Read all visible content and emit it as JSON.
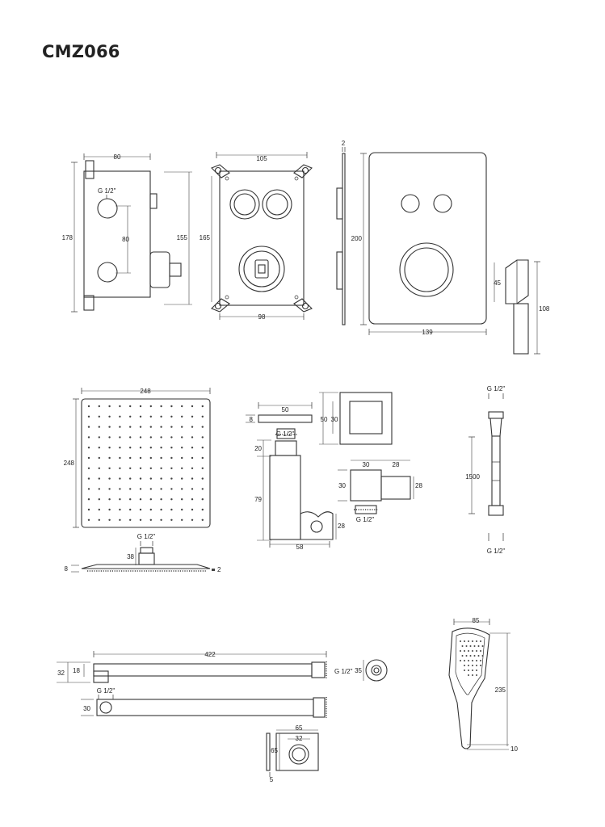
{
  "title": "CMZ066",
  "valve_side": {
    "width": "80",
    "height": "178",
    "thread": "G 1/2\"",
    "spacing": "80",
    "inner_height": "155"
  },
  "valve_front": {
    "width": "105",
    "height": "165",
    "bottom_width": "98"
  },
  "plate_side": {
    "thickness": "2",
    "height": "200"
  },
  "plate_front": {
    "width": "139"
  },
  "holder_small": {
    "height": "45",
    "total": "108"
  },
  "shower_head": {
    "width": "248",
    "height": "248",
    "thread": "G 1/2\"",
    "neck": "38",
    "thickness": "8",
    "edge": "2"
  },
  "wall_outlet": {
    "width": "50",
    "height": "8",
    "sq_outer": "50",
    "sq_inner": "30",
    "thread": "G 1/2\"",
    "upper": "20",
    "height_main": "79",
    "foot": "58",
    "bracket": "28"
  },
  "elbow": {
    "w1": "30",
    "w2": "28",
    "h1": "30",
    "h2": "28",
    "thread": "G 1/2\""
  },
  "hose": {
    "thread_top": "G 1/2\"",
    "length": "1500",
    "thread_bottom": "G 1/2\""
  },
  "arm": {
    "length": "422",
    "height": "32",
    "inner": "18",
    "thread_end": "G 1/2\"",
    "flange": "35",
    "thread_low": "G 1/2\"",
    "low_height": "30"
  },
  "flange_plate": {
    "width": "65",
    "inner": "32",
    "height": "65",
    "depth": "5"
  },
  "hand_shower": {
    "width": "85",
    "length": "235",
    "base": "10"
  }
}
